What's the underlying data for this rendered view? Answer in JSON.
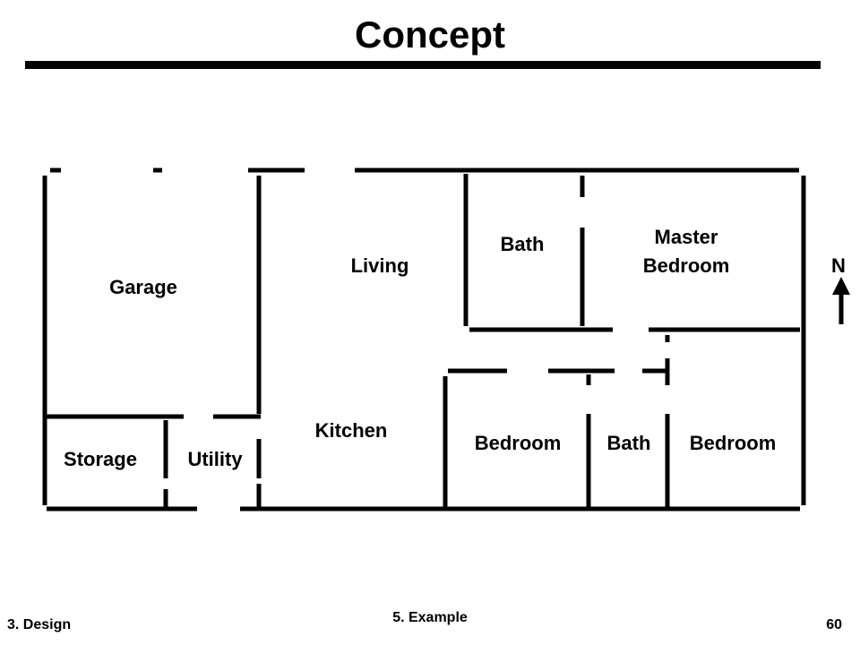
{
  "title": "Concept",
  "rooms": {
    "garage": "Garage",
    "living": "Living",
    "bath_upper": "Bath",
    "master_line1": "Master",
    "master_line2": "Bedroom",
    "kitchen": "Kitchen",
    "storage": "Storage",
    "utility": "Utility",
    "bedroom_left": "Bedroom",
    "bath_lower": "Bath",
    "bedroom_right": "Bedroom"
  },
  "compass": {
    "label": "N",
    "icon": "north-arrow-icon"
  },
  "footer": {
    "left": "3. Design",
    "center": "5. Example",
    "page_number": "60"
  }
}
